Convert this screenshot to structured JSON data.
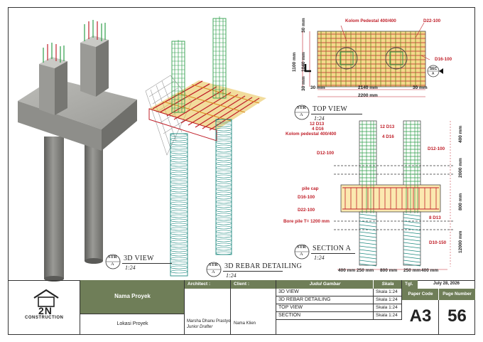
{
  "views": {
    "v3d": {
      "circle_top": "STR",
      "circle_bot": "A",
      "title": "3D VIEW",
      "scale": "1:24"
    },
    "rebar": {
      "circle_top": "STR",
      "circle_bot": "A",
      "title": "3D REBAR DETAILING",
      "scale": "1:24"
    },
    "top": {
      "circle_top": "STR",
      "circle_bot": "A",
      "title": "TOP VIEW",
      "scale": "1:24"
    },
    "section": {
      "circle_top": "STR",
      "circle_bot": "A",
      "title": "SECTION A",
      "scale": "1:24"
    }
  },
  "top_view": {
    "labels": {
      "kolom": "Kolom Pedestal 400/400",
      "d22": "D22-100",
      "d16": "D16-100"
    },
    "dims": {
      "h30a": "30 mm",
      "h1100": "1100 mm",
      "h1040": "1040 mm",
      "h30b": "30 mm",
      "w30a": "30 mm",
      "w2140": "2140 mm",
      "w30b": "30 mm",
      "w2200": "2200 mm"
    },
    "sec_marker": {
      "top": "SEC",
      "bot": "A"
    },
    "cut_mark": "L"
  },
  "section_view": {
    "labels": {
      "d13a": "12 D13",
      "d16a": "4 D16",
      "kolom": "Kolom pedestal 400/400",
      "d12a": "D12-100",
      "d13b": "12 D13",
      "d16b": "4 D16",
      "d12b": "D12-100",
      "pilecap": "pile cap",
      "d16_100": "D16-100",
      "d22_100": "D22-100",
      "bore": "Bore pile T= 1200 mm",
      "d13c": "8 D13",
      "d10": "D10-150"
    },
    "dims_right": {
      "a": "400 mm",
      "b": "2000 mm",
      "c": "800 mm",
      "d": "12000 mm"
    },
    "dims_bottom": {
      "a": "400 mm",
      "b": "250 mm",
      "c": "800 mm",
      "d": "250 mm",
      "e": "400 mm"
    }
  },
  "title_block": {
    "company": "2N",
    "company_sub": "CONSTRUCTION",
    "project_name": "Nama Proyek",
    "project_location": "Lokasi Proyek",
    "architect_label": "Architect :",
    "architect_name": "Marsha Dhanu Prastyo",
    "architect_role": "Junior Drafter",
    "client_label": "Client :",
    "client_name": "Nama Klien",
    "drawing_header": "Judul Gambar",
    "scale_header": "Skala",
    "drawings": [
      {
        "name": "3D VIEW",
        "scale": "Skala 1:24"
      },
      {
        "name": "3D REBAR DETAILING",
        "scale": "Skala 1:24"
      },
      {
        "name": "TOP VIEW",
        "scale": "Skala 1:24"
      },
      {
        "name": "SECTION",
        "scale": "Skala 1:24"
      }
    ],
    "date_label": "Tgl.",
    "date": "July 28, 2026",
    "paper_code_label": "Paper Code",
    "page_number_label": "Page Number",
    "paper_code": "A3",
    "page_number": "56"
  },
  "colors": {
    "accent": "#6f7e58",
    "rebar_red": "#c0202a",
    "rebar_green": "#2e9e4a",
    "concrete": "#8c8c88"
  }
}
